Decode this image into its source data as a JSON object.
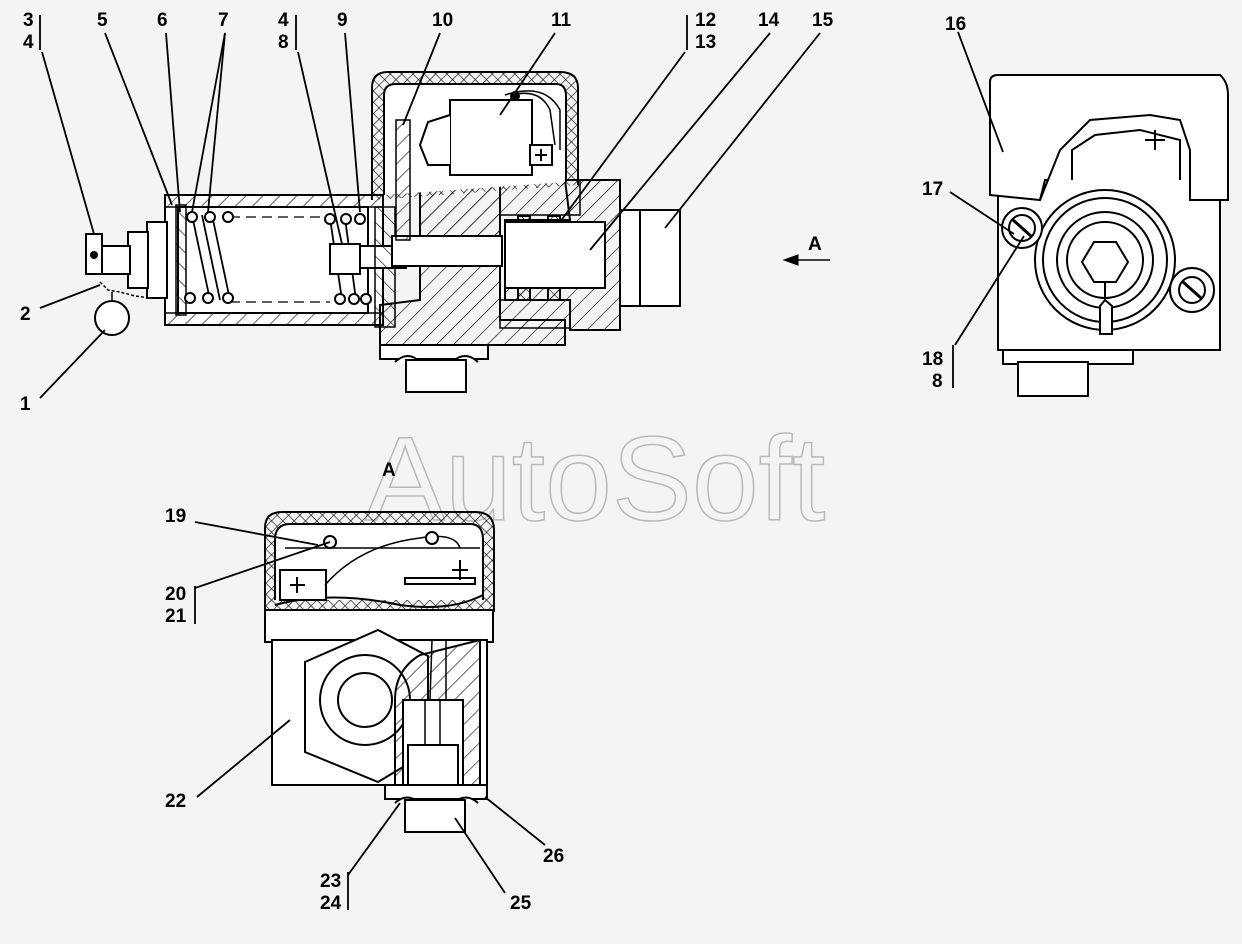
{
  "labels": {
    "l1": "1",
    "l2": "2",
    "l3": "3",
    "l4a": "4",
    "l4b": "4",
    "l5": "5",
    "l6": "6",
    "l7": "7",
    "l8a": "8",
    "l8b": "8",
    "l9": "9",
    "l10": "10",
    "l11": "11",
    "l12": "12",
    "l13": "13",
    "l14": "14",
    "l15": "15",
    "l16": "16",
    "l17": "17",
    "l18": "18",
    "l19": "19",
    "l20": "20",
    "l21": "21",
    "l22": "22",
    "l23": "23",
    "l24": "24",
    "l25": "25",
    "l26": "26"
  },
  "view_arrow_label": "A",
  "view_title": "A",
  "watermark": "AutoSoft",
  "colors": {
    "background": "#f4f4f4",
    "line": "#000000",
    "watermark": "#b9b9b9"
  }
}
